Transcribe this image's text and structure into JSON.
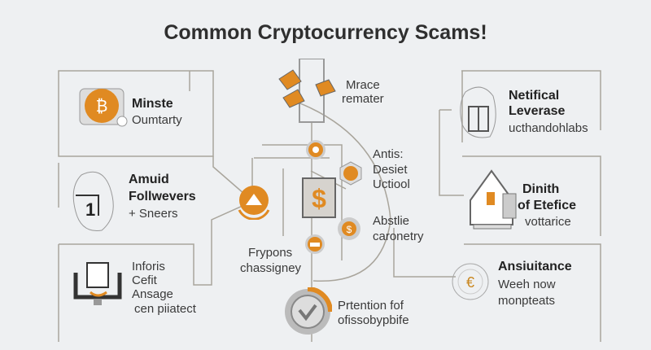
{
  "title": "Common Cryptocurrency Scams!",
  "colors": {
    "accent": "#e08a22",
    "line": "#a9a59c",
    "text": "#333333",
    "background": "#eef0f2"
  },
  "left": [
    {
      "icon": "bitcoin-coin-icon",
      "title": "Minste",
      "lines": [
        "Oumtarty"
      ]
    },
    {
      "icon": "calendar-icon",
      "title": "Amuid",
      "title2": "Follwevers",
      "lines": [
        "+ Sneers"
      ]
    },
    {
      "icon": "monitor-chip-icon",
      "lines": [
        "Inforis",
        "Cefit",
        "Ansage",
        "cen piiatect"
      ]
    }
  ],
  "center": {
    "top": {
      "icon": "mining-cards-icon",
      "lines": [
        "Mrace",
        "remater"
      ]
    },
    "mid1": {
      "lines": [
        "Antis:",
        "Desiet",
        "Uctiool"
      ]
    },
    "mid2": {
      "lines": [
        "Abstlie",
        "caronetry"
      ]
    },
    "left": {
      "icon": "warning-house-icon",
      "lines": [
        "Frypons",
        "chassigney"
      ]
    },
    "bottom": {
      "icon": "check-gear-icon",
      "lines": [
        "Prtention fof",
        "ofissobypbife"
      ]
    },
    "dollar": {
      "icon": "dollar-box-icon"
    }
  },
  "right": [
    {
      "icon": "head-profile-icon",
      "title": "Netifical",
      "title2": "Leverase",
      "lines": [
        "ucthandohlabs"
      ]
    },
    {
      "icon": "bank-building-icon",
      "title": "Dinith",
      "title2": "of Etefice",
      "lines": [
        "vottarice"
      ]
    },
    {
      "icon": "euro-coin-icon",
      "title": "Ansiuitance",
      "lines": [
        "Weeh now",
        "monpteats"
      ]
    }
  ]
}
